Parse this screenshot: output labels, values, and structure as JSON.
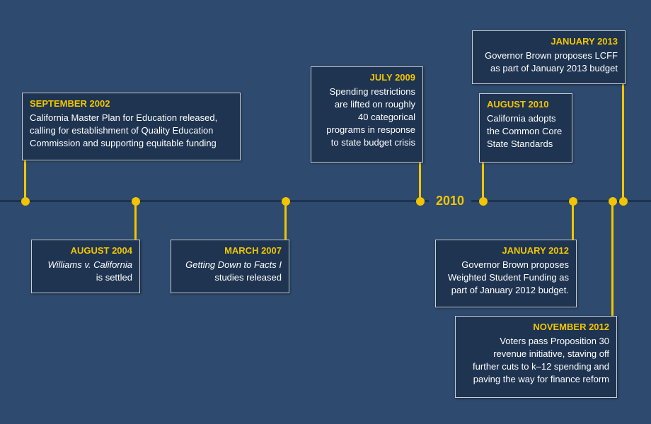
{
  "year_marker": "2010",
  "events": [
    {
      "date": "SEPTEMBER 2002",
      "text": "California Master Plan for Education released,\ncalling for establishment of Quality Education\nCommission and supporting equitable funding"
    },
    {
      "date": "AUGUST 2004",
      "text_italic": "Williams v. California",
      "text": "is settled"
    },
    {
      "date": "MARCH 2007",
      "text_italic": "Getting Down to Facts I",
      "text": "studies released"
    },
    {
      "date": "JULY 2009",
      "text": "Spending restrictions\nare lifted on roughly\n40 categorical\nprograms in response\nto state budget crisis"
    },
    {
      "date": "AUGUST 2010",
      "text": "California adopts\nthe Common Core\nState Standards"
    },
    {
      "date": "JANUARY 2012",
      "text": "Governor Brown proposes\nWeighted Student Funding as\npart of January 2012 budget."
    },
    {
      "date": "NOVEMBER 2012",
      "text": "Voters pass Proposition 30\nrevenue initiative, staving off\nfurther cuts to k–12 spending and\npaving the way for finance reform"
    },
    {
      "date": "JANUARY 2013",
      "text": "Governor Brown proposes LCFF\nas part of January 2013 budget"
    }
  ],
  "colors": {
    "background": "#2e4a6e",
    "box": "#1e3451",
    "accent": "#f2c500",
    "axis": "#1d3350"
  }
}
